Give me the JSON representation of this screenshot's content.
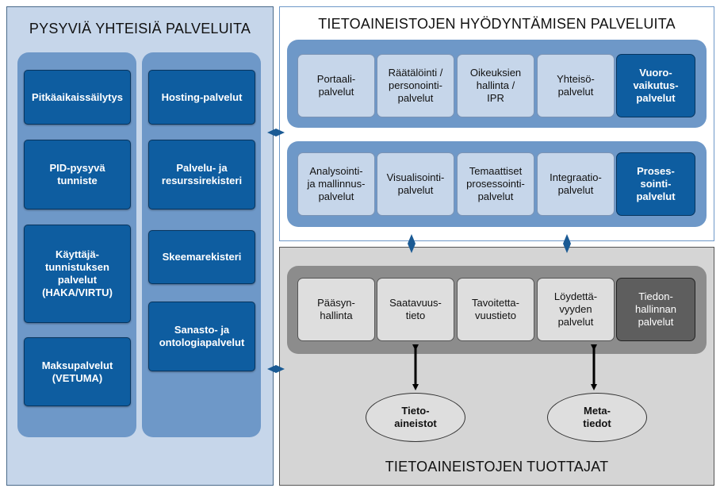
{
  "left": {
    "title": "PYSYVIÄ YHTEISIÄ PALVELUITA",
    "col1": [
      "Pitkäaikaissäilytys",
      "PID-pysyvä\ntunniste",
      "Käyttäjä-\ntunnistuksen\npalvelut\n(HAKA/VIRTU)",
      "Maksupalvelut\n(VETUMA)"
    ],
    "col2": [
      "Hosting-palvelut",
      "Palvelu- ja\nresurssirekisteri",
      "Skeemarekisteri",
      "Sanasto- ja\nontologiapalvelut"
    ]
  },
  "top": {
    "title": "TIETOAINEISTOJEN HYÖDYNTÄMISEN PALVELUITA",
    "row1": [
      "Portaali-\npalvelut",
      "Räätälöinti /\npersonointi-\npalvelut",
      "Oikeuksien\nhallinta /\nIPR",
      "Yhteisö-\npalvelut",
      "Vuoro-\nvaikutus-\npalvelut"
    ],
    "row2": [
      "Analysointi-\nja mallinnus-\npalvelut",
      "Visualisointi-\npalvelut",
      "Temaattiset\nprosessointi-\npalvelut",
      "Integraatio-\npalvelut",
      "Proses-\nsointi-\npalvelut"
    ]
  },
  "bottom": {
    "title": "TIETOAINEISTOJEN TUOTTAJAT",
    "row": [
      "Pääsyn-\nhallinta",
      "Saatavuus-\ntieto",
      "Tavoitetta-\nvuustieto",
      "Löydettä-\nvyyden\npalvelut",
      "Tiedon-\nhallinnan\npalvelut"
    ],
    "sources": [
      "Tieto-\naineistot",
      "Meta-\ntiedot"
    ]
  },
  "colors": {
    "dark_blue": "#0e5da0",
    "mid_blue": "#6e98c8",
    "light_blue": "#c6d6ea",
    "gray": "#8c8c8c",
    "dark_gray": "#5e5e5e"
  }
}
